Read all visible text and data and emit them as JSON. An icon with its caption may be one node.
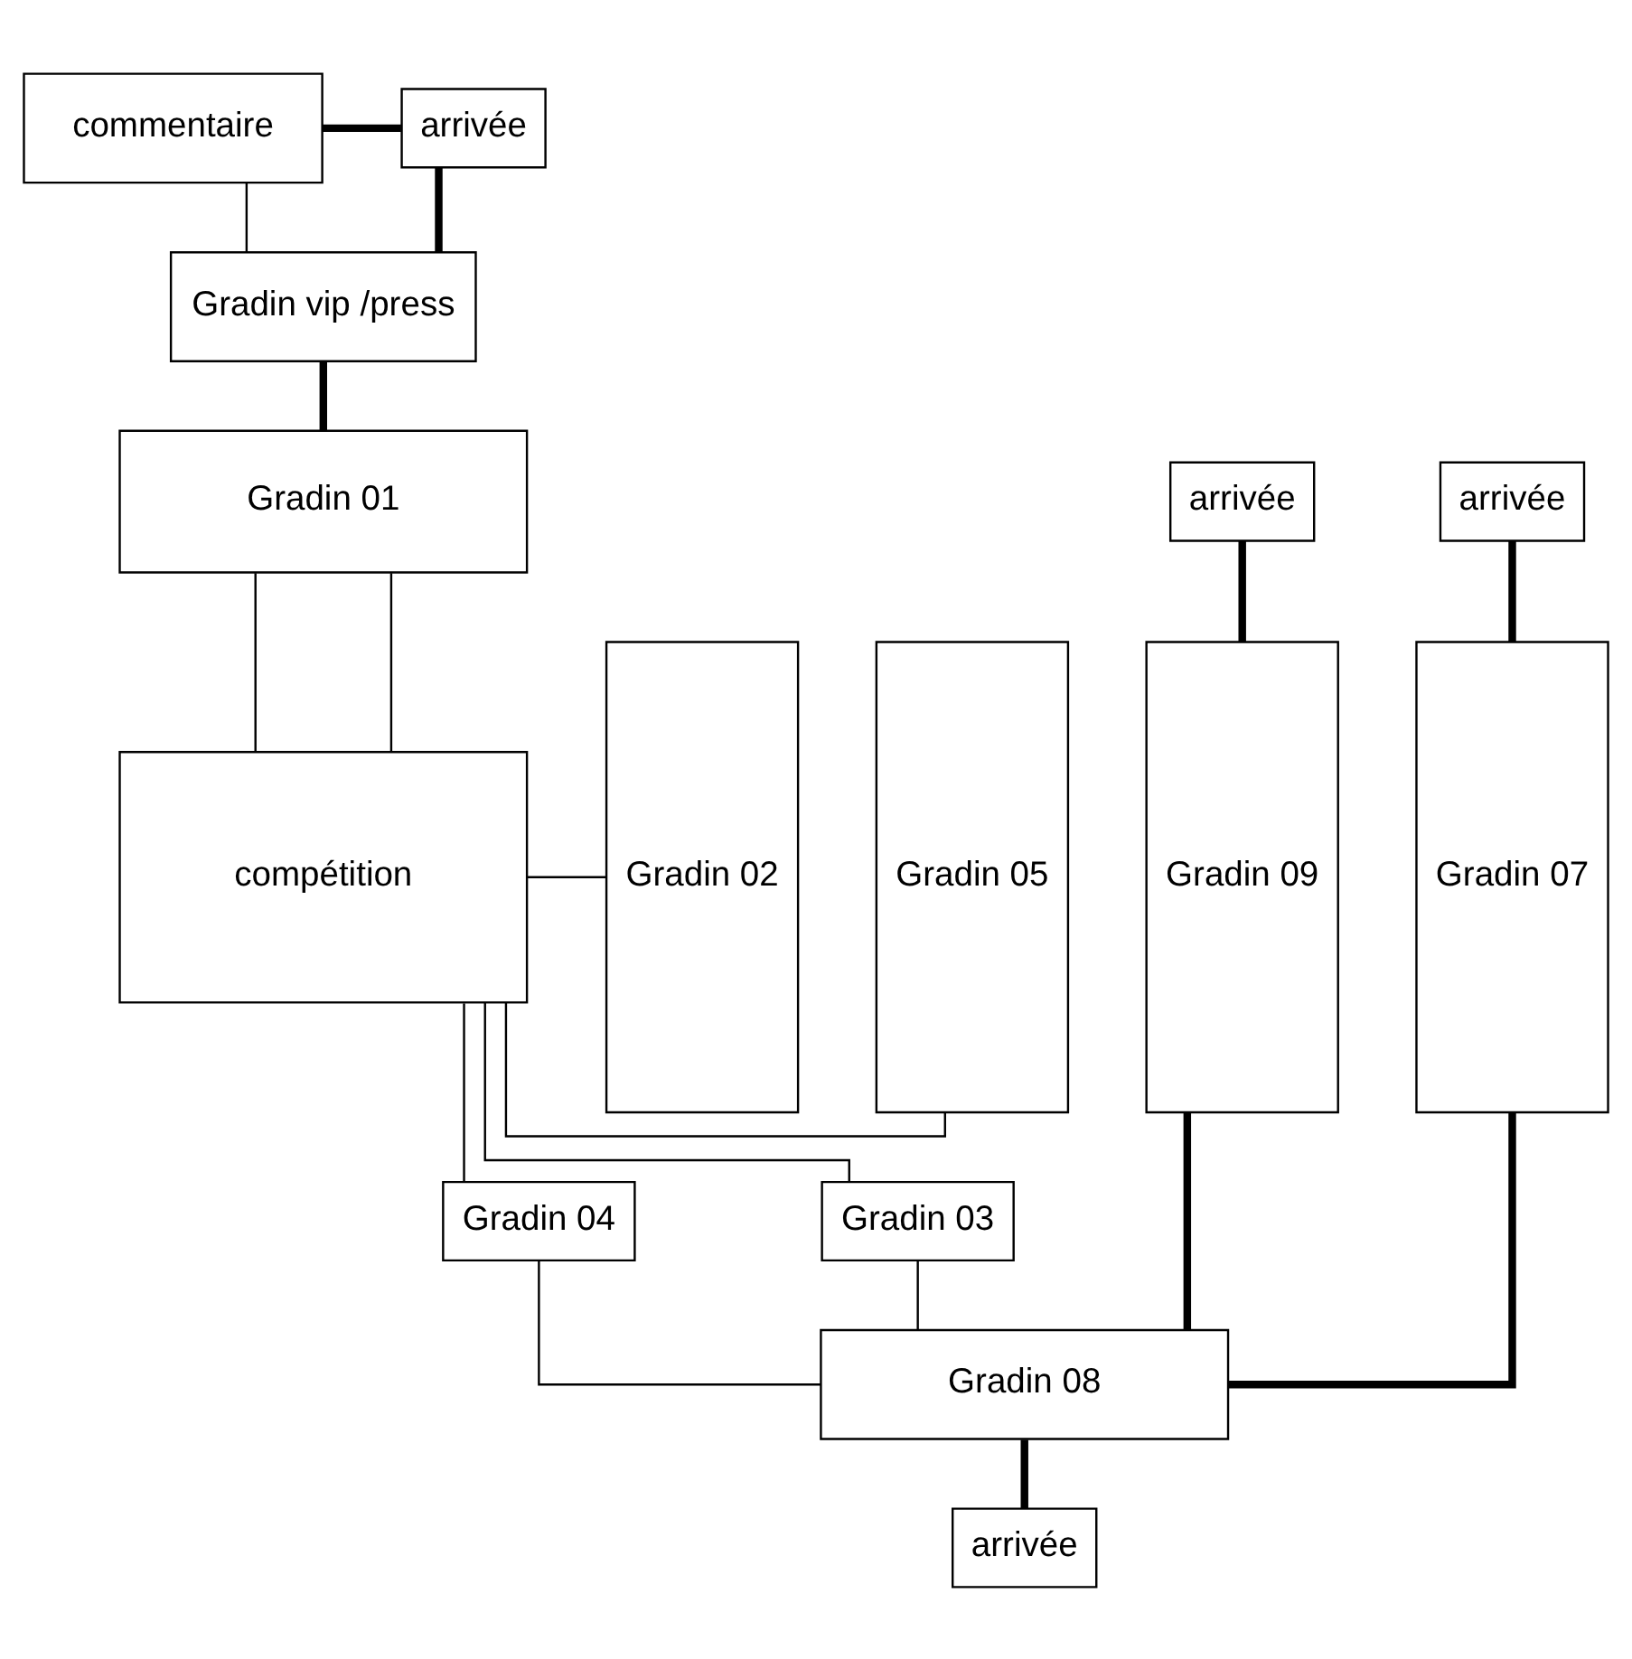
{
  "diagram": {
    "nodes": [
      {
        "text": [
          "commentaire"
        ]
      },
      {
        "text": [
          "arrivée"
        ]
      },
      {
        "text": [
          "Gradin vip /press"
        ]
      },
      {
        "text": [
          "arrivée"
        ]
      },
      {
        "text": [
          "arrivée"
        ]
      },
      {
        "text": [
          "Gradin 01"
        ]
      },
      {
        "text": [
          "Gradin 09"
        ]
      },
      {
        "text": [
          "Gradin 05"
        ]
      },
      {
        "text": [
          "compétition"
        ]
      },
      {
        "text": [
          "Gradin 02"
        ]
      },
      {
        "text": [
          "Gradin 07"
        ]
      },
      {
        "text": [
          "Gradin 04"
        ]
      },
      {
        "text": [
          "Gradin 03"
        ]
      },
      {
        "text": [
          "Gradin 08"
        ]
      },
      {
        "text": [
          "arrivée"
        ]
      }
    ],
    "edges": [
      {
        "from": 0,
        "to": 1,
        "arrow": "none",
        "style": "thick"
      },
      {
        "from": 0,
        "to": 2,
        "arrow": "none"
      },
      {
        "from": 2,
        "to": 1,
        "arrow": "none",
        "style": "thick"
      },
      {
        "from": 2,
        "to": 5,
        "arrow": "none",
        "style": "thick"
      },
      {
        "from": 3,
        "to": 6,
        "arrow": "none",
        "style": "thick"
      },
      {
        "from": 4,
        "to": 10,
        "arrow": "none",
        "style": "thick"
      },
      {
        "from": 5,
        "to": 8,
        "arrow": "none"
      },
      {
        "from": 5,
        "to": 8,
        "arrow": "none"
      },
      {
        "from": 7,
        "to": 8,
        "arrow": "none"
      },
      {
        "from": 8,
        "to": 9,
        "arrow": "none"
      },
      {
        "from": 8,
        "to": 11,
        "arrow": "none"
      },
      {
        "from": 8,
        "to": 12,
        "arrow": "none"
      },
      {
        "from": 11,
        "to": 13,
        "arrow": "none"
      },
      {
        "from": 12,
        "to": 13,
        "arrow": "none"
      },
      {
        "from": 6,
        "to": 13,
        "arrow": "none",
        "style": "thick"
      },
      {
        "from": 10,
        "to": 13,
        "arrow": "none",
        "style": "thick"
      },
      {
        "from": 13,
        "to": 14,
        "arrow": "none",
        "style": "thick"
      }
    ]
  }
}
